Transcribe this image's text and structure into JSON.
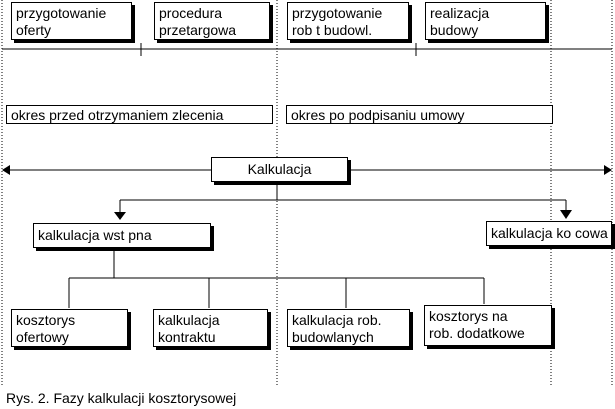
{
  "phases": [
    {
      "line1": "przygotowanie",
      "line2": "oferty"
    },
    {
      "line1": "procedura",
      "line2": "przetargowa"
    },
    {
      "line1": "przygotowanie",
      "line2": "rob  t budowl."
    },
    {
      "line1": "realizacja",
      "line2": "budowy"
    }
  ],
  "periods": {
    "before": "okres przed otrzymaniem zlecenia",
    "after": "okres po podpisaniu umowy"
  },
  "center_label": "Kalkulacja",
  "branches": {
    "left": "kalkulacja wst  pna",
    "right": "kalkulacja ko  cowa"
  },
  "leaves": [
    {
      "line1": "kosztorys",
      "line2": "ofertowy"
    },
    {
      "line1": "kalkulacja",
      "line2": "kontraktu"
    },
    {
      "line1": "kalkulacja  rob.",
      "line2": "budowlanych"
    },
    {
      "line1": "kosztorys na",
      "line2": "rob. dodatkowe"
    }
  ],
  "caption": "Rys. 2.  Fazy kalkulacji kosztorysowej"
}
